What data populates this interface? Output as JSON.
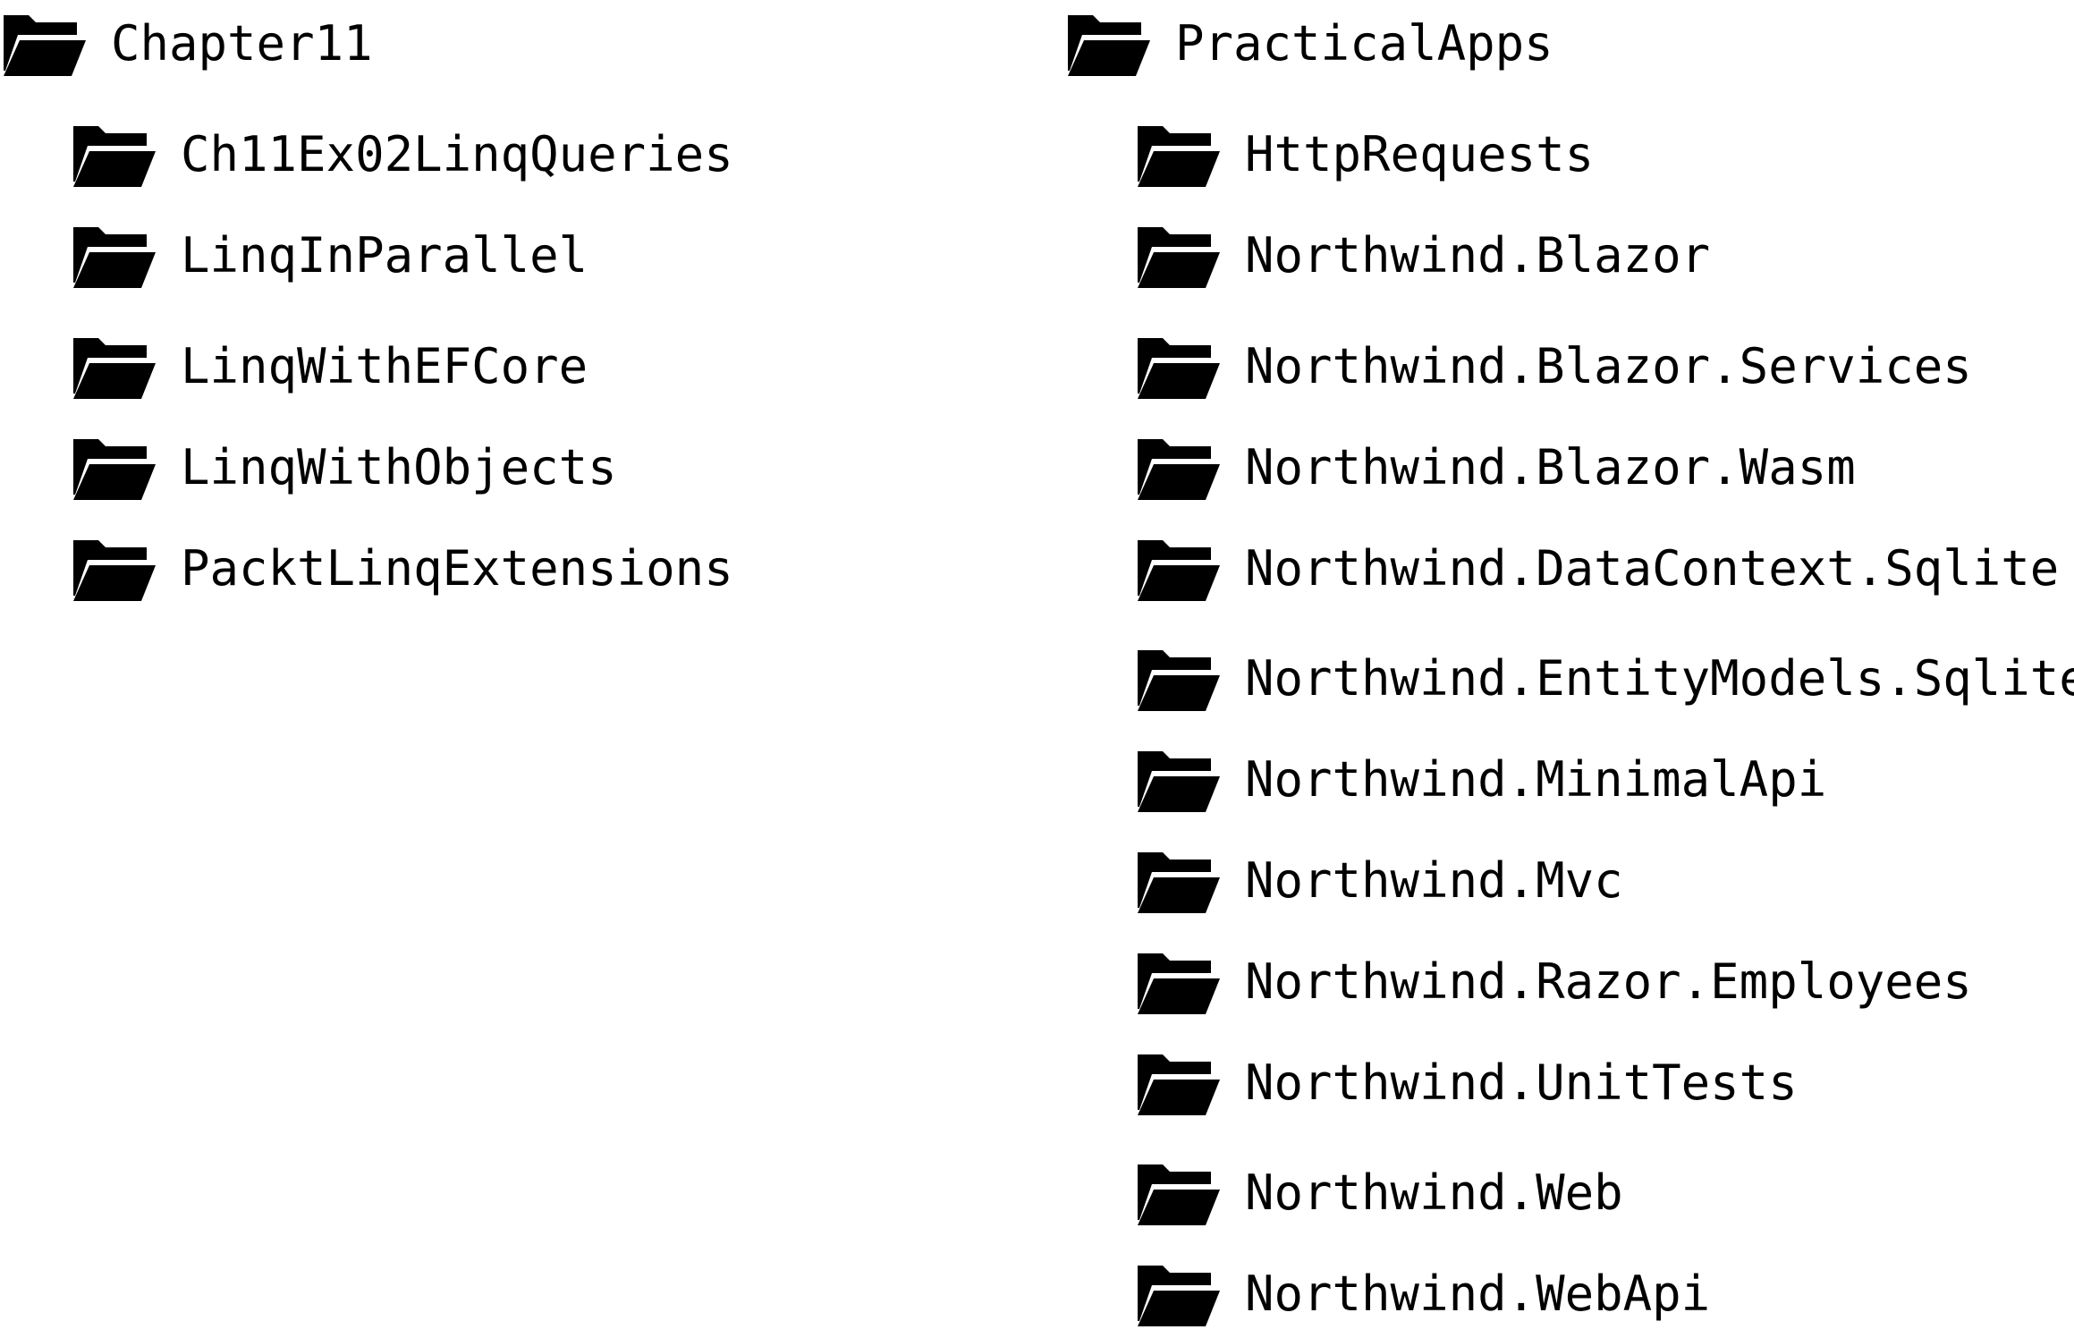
{
  "columns": [
    {
      "root": {
        "label": "Chapter11",
        "icon": "folder-open-icon"
      },
      "children": [
        {
          "label": "Ch11Ex02LinqQueries",
          "icon": "folder-open-icon"
        },
        {
          "label": "LinqInParallel",
          "icon": "folder-open-icon"
        },
        {
          "label": "LinqWithEFCore",
          "icon": "folder-open-icon"
        },
        {
          "label": "LinqWithObjects",
          "icon": "folder-open-icon"
        },
        {
          "label": "PacktLinqExtensions",
          "icon": "folder-open-icon"
        }
      ]
    },
    {
      "root": {
        "label": "PracticalApps",
        "icon": "folder-open-icon"
      },
      "children": [
        {
          "label": "HttpRequests",
          "icon": "folder-open-icon"
        },
        {
          "label": "Northwind.Blazor",
          "icon": "folder-open-icon"
        },
        {
          "label": "Northwind.Blazor.Services",
          "icon": "folder-open-icon"
        },
        {
          "label": "Northwind.Blazor.Wasm",
          "icon": "folder-open-icon"
        },
        {
          "label": "Northwind.DataContext.Sqlite",
          "icon": "folder-open-icon"
        },
        {
          "label": "Northwind.EntityModels.Sqlite",
          "icon": "folder-open-icon"
        },
        {
          "label": "Northwind.MinimalApi",
          "icon": "folder-open-icon"
        },
        {
          "label": "Northwind.Mvc",
          "icon": "folder-open-icon"
        },
        {
          "label": "Northwind.Razor.Employees",
          "icon": "folder-open-icon"
        },
        {
          "label": "Northwind.UnitTests",
          "icon": "folder-open-icon"
        },
        {
          "label": "Northwind.Web",
          "icon": "folder-open-icon"
        },
        {
          "label": "Northwind.WebApi",
          "icon": "folder-open-icon"
        }
      ]
    }
  ]
}
